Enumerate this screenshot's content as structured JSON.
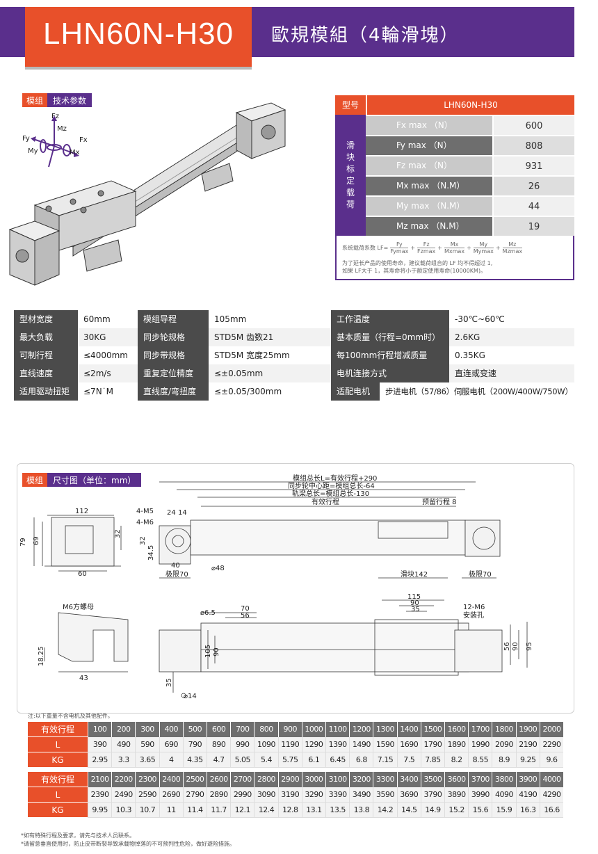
{
  "header": {
    "model": "LHN60N-H30",
    "description": "歐規模組（4輪滑塊）"
  },
  "tech_tag": {
    "part1": "模组",
    "part2": "技术参数"
  },
  "axis_labels": {
    "fz": "Fz",
    "mz": "Mz",
    "fy": "Fy",
    "fx": "Fx",
    "my": "My",
    "mx": "Mx"
  },
  "load_table": {
    "header_label": "型号",
    "header_value": "LHN60N-H30",
    "side_label": [
      "滑",
      "块",
      "标",
      "定",
      "载",
      "荷"
    ],
    "rows": [
      {
        "label": "Fx max  （N）",
        "value": "600"
      },
      {
        "label": "Fy max  （N）",
        "value": "808"
      },
      {
        "label": "Fz max  （N）",
        "value": "931"
      },
      {
        "label": "Mx max  （N.M）",
        "value": "26"
      },
      {
        "label": "My max  （N.M）",
        "value": "44"
      },
      {
        "label": "Mz max  （N.M）",
        "value": "19"
      }
    ],
    "formula_prefix": "系统载荷系数 LF=",
    "formula_terms": [
      {
        "num": "Fy",
        "den": "Fymax"
      },
      {
        "num": "Fz",
        "den": "Fzmax"
      },
      {
        "num": "Mx",
        "den": "Mxmax"
      },
      {
        "num": "My",
        "den": "Mymax"
      },
      {
        "num": "Mz",
        "den": "Mzmax"
      }
    ],
    "note_line1": "为了延长产品的使用寿命，建议载荷组合的 LF 均不得超过 1,",
    "note_line2": "如果 LF大于 1，其寿命将小于额定使用寿命(10000KM)。"
  },
  "spec_rows": [
    {
      "l1": "型材宽度",
      "v1": "60mm",
      "l2": "模组导程",
      "v2": "105mm",
      "l3": "工作温度",
      "v3": "-30℃~60℃"
    },
    {
      "l1": "最大负载",
      "v1": "30KG",
      "l2": "同步轮规格",
      "v2": "STD5M 齿数21",
      "l3": "基本质量（行程=0mm时）",
      "v3": "2.6KG"
    },
    {
      "l1": "可制行程",
      "v1": "≤4000mm",
      "l2": "同步带规格",
      "v2": "STD5M 宽度25mm",
      "l3": "每100mm行程增减质量",
      "v3": "0.35KG"
    },
    {
      "l1": "直线速度",
      "v1": "≤2m/s",
      "l2": "重复定位精度",
      "v2": "≤±0.05mm",
      "l3": "电机连接方式",
      "v3": "直连或变速"
    },
    {
      "l1": "适用驱动扭矩",
      "v1": "≤7N˙M",
      "l2": "直线度/弯扭度",
      "v2": "≤±0.05/300mm",
      "l3": "适配电机",
      "v3": "步进电机（57/86）伺服电机（200W/400W/750W）"
    }
  ],
  "dim_tag": {
    "part1": "模组",
    "part2": "尺寸图（单位：mm）"
  },
  "dims": {
    "total_length": "模组总长L=有效行程+290",
    "pulley_center": "同步轮中心距=模组总长-64",
    "rail_length": "轨梁总长=模组总长-130",
    "effective_stroke": "有效行程",
    "reserved_stroke": "预留行程 8",
    "slider": "滑块142",
    "limit_left": "极限70",
    "limit_right": "极限70",
    "w112": "112",
    "h79": "79",
    "h69": "69",
    "h32": "32",
    "w60": "60",
    "m5": "4-M5",
    "m6": "4-M6",
    "d24": "24",
    "d14": "14",
    "d32": "32",
    "d34_5": "34.5",
    "d40": "40",
    "phi48": "⌀48",
    "nut_label": "M6方螺母",
    "h18_25": "18.25",
    "w43": "43",
    "phi6_5": "⌀6.5",
    "w70": "70",
    "w56": "56",
    "h105": "105",
    "h90": "90",
    "h35": "35",
    "phi14": "⌀14",
    "w115": "115",
    "w90b": "90",
    "w35b": "35",
    "m6_12": "12-M6",
    "mount_hole": "安装孔",
    "h56": "56",
    "h90b": "90",
    "h95": "95"
  },
  "stroke_note": "注:以下重量不含电机及其他配件。",
  "stroke_tables": [
    {
      "stroke_label": "有效行程",
      "stroke": [
        "100",
        "200",
        "300",
        "400",
        "500",
        "600",
        "700",
        "800",
        "900",
        "1000",
        "1100",
        "1200",
        "1300",
        "1400",
        "1500",
        "1600",
        "1700",
        "1800",
        "1900",
        "2000"
      ],
      "L_label": "L",
      "L": [
        "390",
        "490",
        "590",
        "690",
        "790",
        "890",
        "990",
        "1090",
        "1190",
        "1290",
        "1390",
        "1490",
        "1590",
        "1690",
        "1790",
        "1890",
        "1990",
        "2090",
        "2190",
        "2290"
      ],
      "KG_label": "KG",
      "KG": [
        "2.95",
        "3.3",
        "3.65",
        "4",
        "4.35",
        "4.7",
        "5.05",
        "5.4",
        "5.75",
        "6.1",
        "6.45",
        "6.8",
        "7.15",
        "7.5",
        "7.85",
        "8.2",
        "8.55",
        "8.9",
        "9.25",
        "9.6"
      ]
    },
    {
      "stroke_label": "有效行程",
      "stroke": [
        "2100",
        "2200",
        "2300",
        "2400",
        "2500",
        "2600",
        "2700",
        "2800",
        "2900",
        "3000",
        "3100",
        "3200",
        "3300",
        "3400",
        "3500",
        "3600",
        "3700",
        "3800",
        "3900",
        "4000"
      ],
      "L_label": "L",
      "L": [
        "2390",
        "2490",
        "2590",
        "2690",
        "2790",
        "2890",
        "2990",
        "3090",
        "3190",
        "3290",
        "3390",
        "3490",
        "3590",
        "3690",
        "3790",
        "3890",
        "3990",
        "4090",
        "4190",
        "4290"
      ],
      "KG_label": "KG",
      "KG": [
        "9.95",
        "10.3",
        "10.7",
        "11",
        "11.4",
        "11.7",
        "12.1",
        "12.4",
        "12.8",
        "13.1",
        "13.5",
        "13.8",
        "14.2",
        "14.5",
        "14.9",
        "15.2",
        "15.6",
        "15.9",
        "16.3",
        "16.6"
      ]
    }
  ],
  "footnote1": "*如有特殊行程及要求，请先与技术人员联系。",
  "footnote2": "*请留意垂直使用时，防止皮带断裂导致承载物掉落的不可预判性危险，做好避险措施。",
  "colors": {
    "orange": "#e8502a",
    "purple": "#5a2f8c",
    "dark_gray": "#4b4b4b"
  }
}
